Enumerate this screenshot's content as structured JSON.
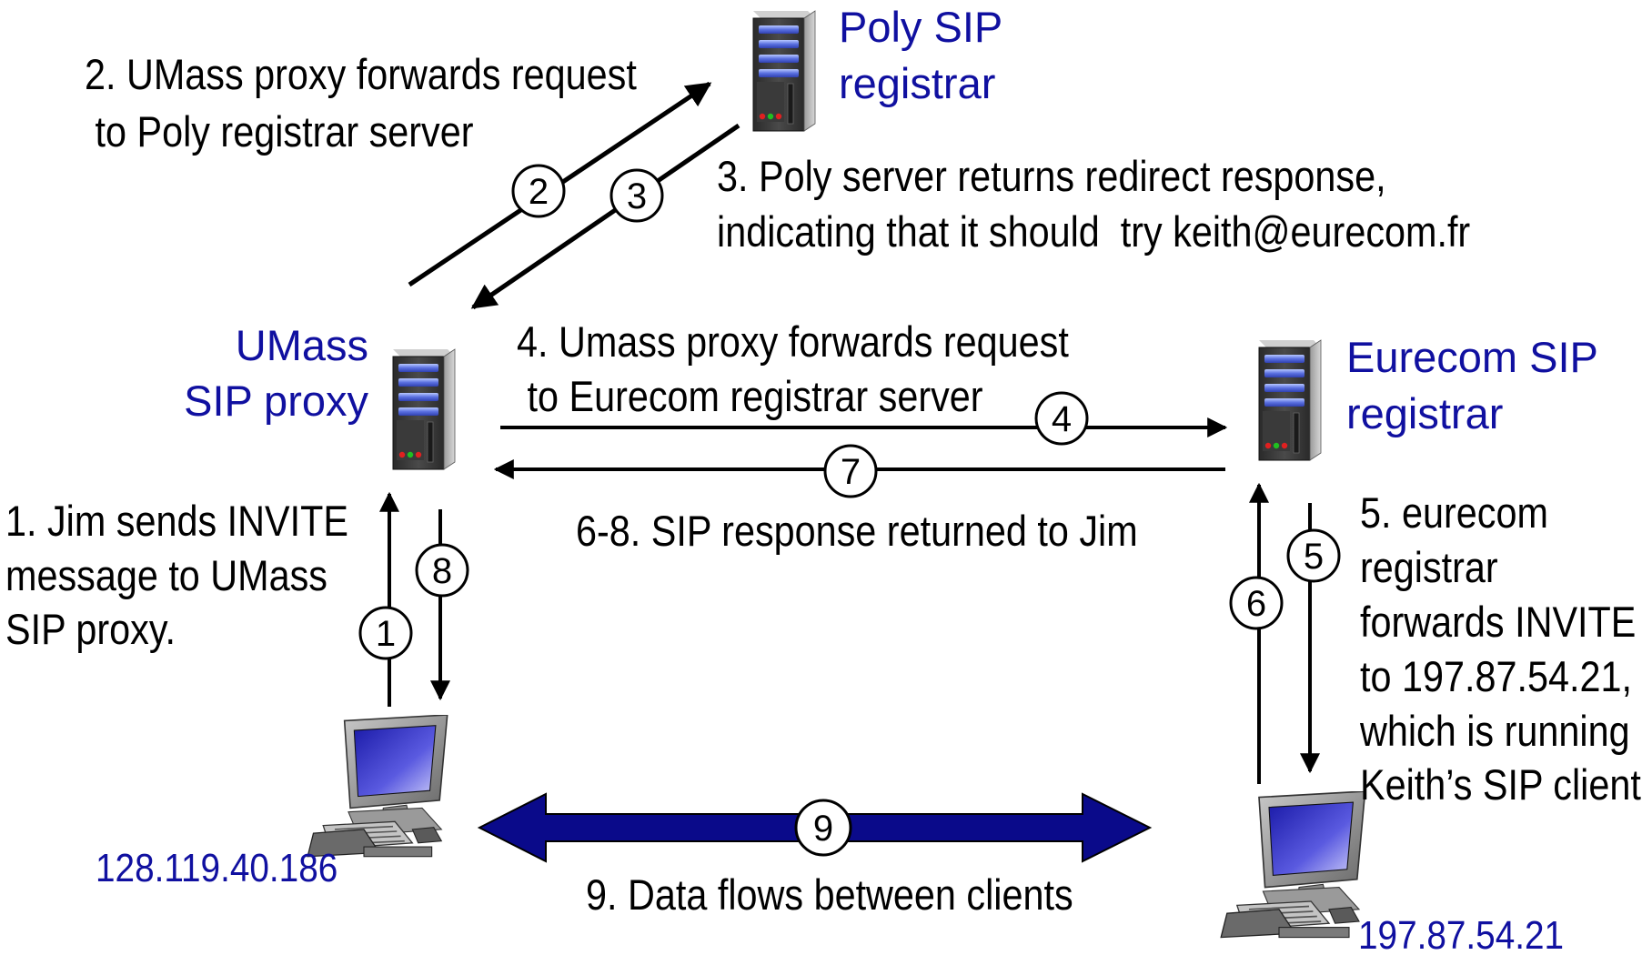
{
  "nodes": {
    "poly_registrar": {
      "label_line1": "Poly SIP",
      "label_line2": "registrar",
      "icon": "server-icon"
    },
    "umass_proxy": {
      "label_line1": "UMass",
      "label_line2": "SIP proxy",
      "icon": "server-icon"
    },
    "eurecom_registrar": {
      "label_line1": "Eurecom  SIP",
      "label_line2": "registrar",
      "icon": "server-icon"
    },
    "jim_client": {
      "ip": "128.119.40.186",
      "icon": "computer-icon"
    },
    "keith_client": {
      "ip": "197.87.54.21",
      "icon": "computer-icon"
    }
  },
  "steps": {
    "s1": {
      "number": "1",
      "lines": [
        "1. Jim sends INVITE",
        "message to UMass",
        "SIP proxy."
      ]
    },
    "s2": {
      "number": "2",
      "lines": [
        "2. UMass proxy forwards request",
        " to Poly registrar server"
      ]
    },
    "s3": {
      "number": "3",
      "lines": [
        "3. Poly server returns redirect response,",
        "indicating that it should  try keith@eurecom.fr"
      ]
    },
    "s4": {
      "number": "4",
      "lines": [
        "4. Umass proxy forwards request",
        " to Eurecom registrar server"
      ]
    },
    "s5": {
      "number": "5",
      "lines": [
        "5. eurecom",
        "registrar",
        "forwards INVITE",
        "to 197.87.54.21,",
        "which is running",
        "Keith’s SIP client"
      ]
    },
    "s6": {
      "number": "6"
    },
    "s7": {
      "number": "7"
    },
    "s8": {
      "number": "8"
    },
    "s68": {
      "lines": [
        "6-8. SIP response returned to Jim"
      ]
    },
    "s9": {
      "number": "9",
      "lines": [
        "9. Data flows between clients"
      ]
    }
  },
  "colors": {
    "label_blue": "#1010a0",
    "data_arrow": "#0a0a8a",
    "text": "#000000"
  }
}
